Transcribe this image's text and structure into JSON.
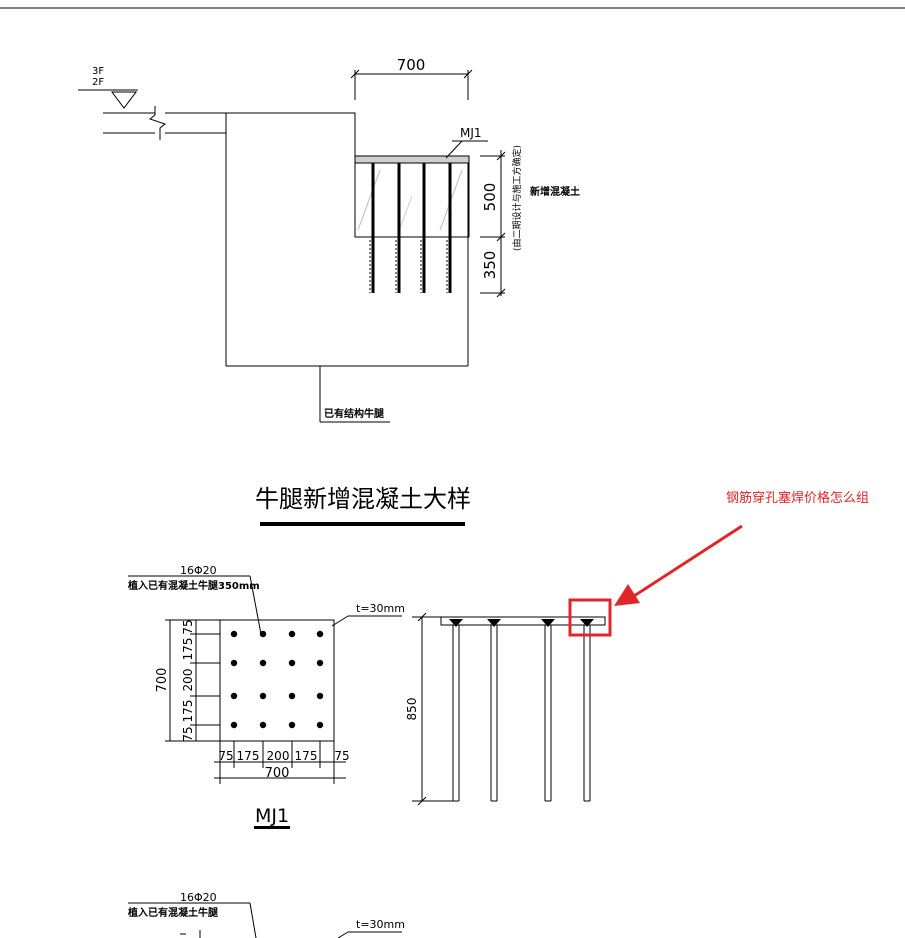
{
  "top_detail": {
    "floor_upper": "3F",
    "floor_lower": "2F",
    "width_dim": "700",
    "plate_tag": "MJ1",
    "dim_upper": "500",
    "dim_lower": "350",
    "new_concrete": "新增混凝土",
    "design_note": "(由二期设计与施工方确定)",
    "existing_corbel": "已有结构牛腿"
  },
  "detail_title": "牛腿新增混凝土大样",
  "plate_plan": {
    "rebar_spec": "16Φ20",
    "anchor_note": "植入已有混凝土牛腿350mm",
    "thickness": "t=30mm",
    "overall_dim": "700",
    "spacing_v": [
      "75",
      "175",
      "200",
      "175",
      "75"
    ],
    "spacing_h": [
      "75",
      "175",
      "200",
      "175",
      "75"
    ],
    "tag": "MJ1"
  },
  "plate_section": {
    "height_dim": "850"
  },
  "annotation": {
    "question": "钢筋穿孔塞焊价格怎么组",
    "color": "#e0262b"
  },
  "bottom_partial": {
    "rebar_spec": "16Φ20",
    "anchor_note": "植入已有混凝土牛腿",
    "thickness": "t=30mm"
  }
}
